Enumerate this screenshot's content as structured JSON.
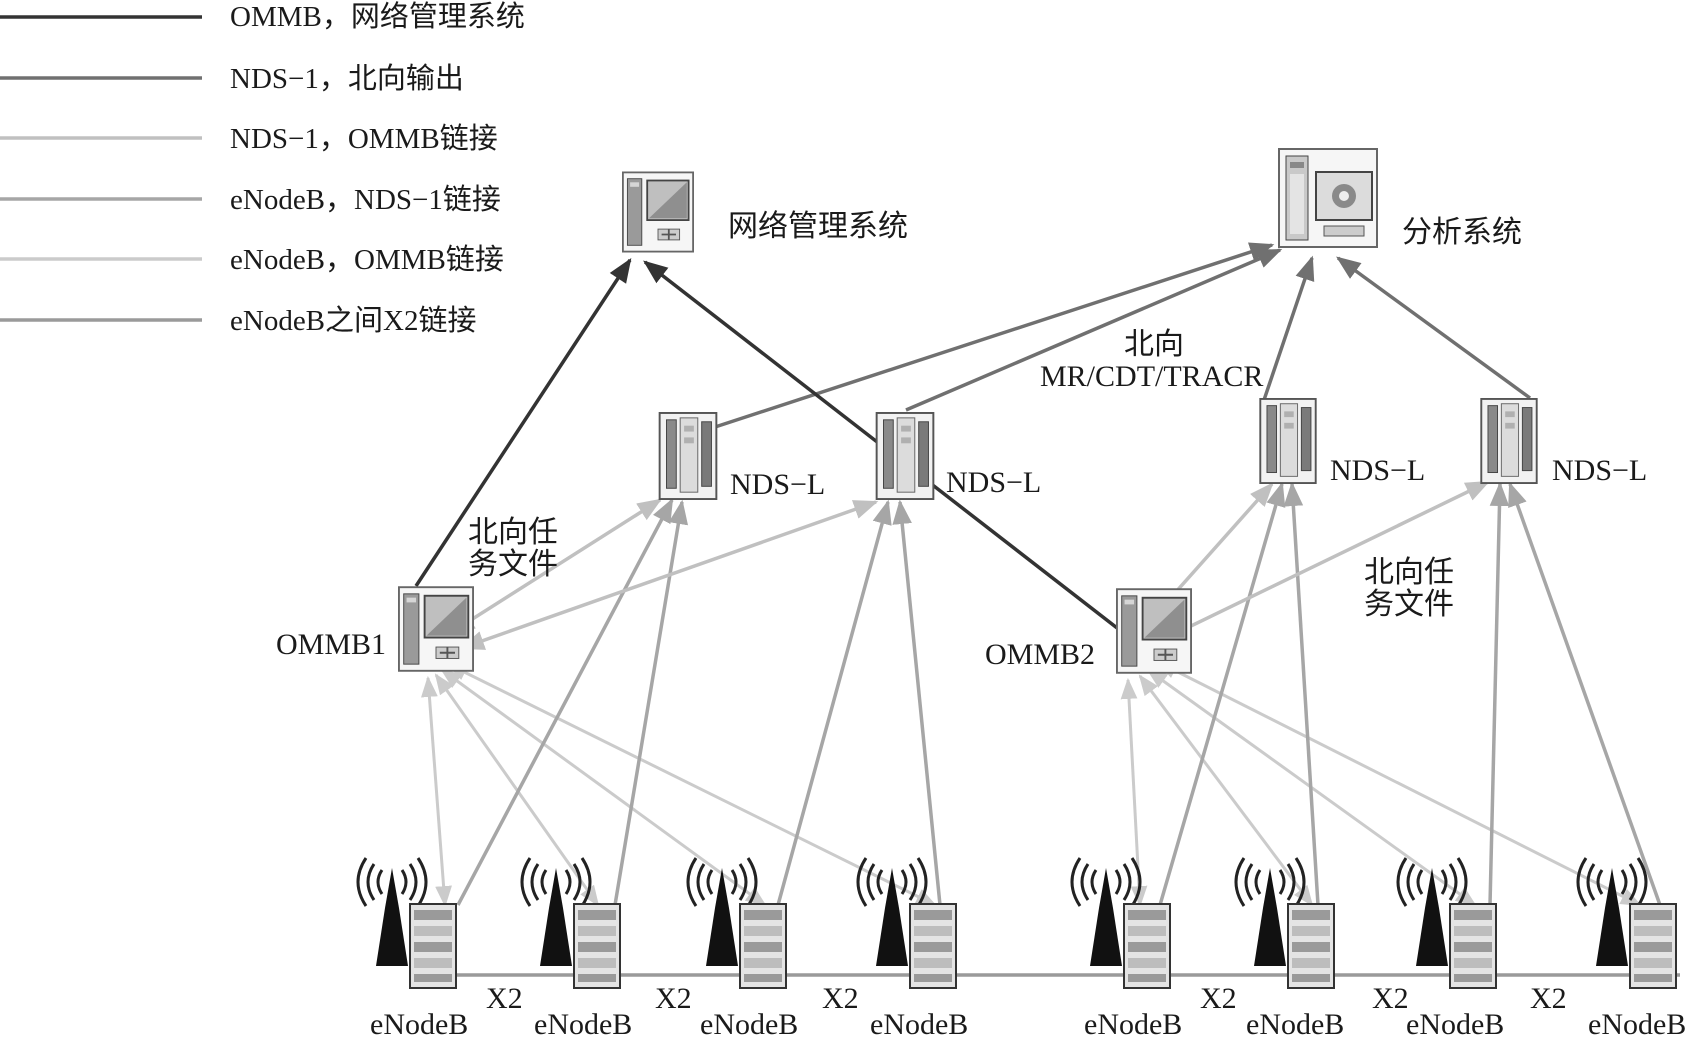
{
  "colors": {
    "ommb_nms": "#333333",
    "nds_north": "#707070",
    "nds_ommb": "#c0c0c0",
    "enb_nds": "#a6a6a6",
    "enb_ommb": "#cbcbcb",
    "x2": "#9a9a9a"
  },
  "legend": [
    {
      "label": "OMMB，网络管理系统"
    },
    {
      "label": "NDS−1，北向输出"
    },
    {
      "label": "NDS−1，OMMB链接"
    },
    {
      "label": "eNodeB，NDS−1链接"
    },
    {
      "label": "eNodeB，OMMB链接"
    },
    {
      "label": "eNodeB之间X2链接"
    }
  ],
  "nodes": {
    "nms": {
      "label": "网络管理系统",
      "icon": "computer-icon"
    },
    "analysis": {
      "label": "分析系统",
      "icon": "analysis-workstation-icon"
    },
    "nds": [
      {
        "label": "NDS−L",
        "icon": "server-icon"
      },
      {
        "label": "NDS−L",
        "icon": "server-icon"
      },
      {
        "label": "NDS−L",
        "icon": "server-icon"
      },
      {
        "label": "NDS−L",
        "icon": "server-icon"
      }
    ],
    "ommb": [
      {
        "label": "OMMB1",
        "icon": "computer-icon"
      },
      {
        "label": "OMMB2",
        "icon": "computer-icon"
      }
    ],
    "enodeb": [
      {
        "label": "eNodeB",
        "icon": "base-station-icon"
      },
      {
        "label": "eNodeB",
        "icon": "base-station-icon"
      },
      {
        "label": "eNodeB",
        "icon": "base-station-icon"
      },
      {
        "label": "eNodeB",
        "icon": "base-station-icon"
      },
      {
        "label": "eNodeB",
        "icon": "base-station-icon"
      },
      {
        "label": "eNodeB",
        "icon": "base-station-icon"
      },
      {
        "label": "eNodeB",
        "icon": "base-station-icon"
      },
      {
        "label": "eNodeB",
        "icon": "base-station-icon"
      }
    ]
  },
  "annotations": {
    "north_line1": "北向",
    "north_line2": "MR/CDT/TRACR",
    "task_left_line1": "北向任",
    "task_left_line2": "务文件",
    "task_right_line1": "北向任",
    "task_right_line2": "务文件"
  },
  "x2_labels": [
    "X2",
    "X2",
    "X2",
    "X2",
    "X2",
    "X2"
  ]
}
